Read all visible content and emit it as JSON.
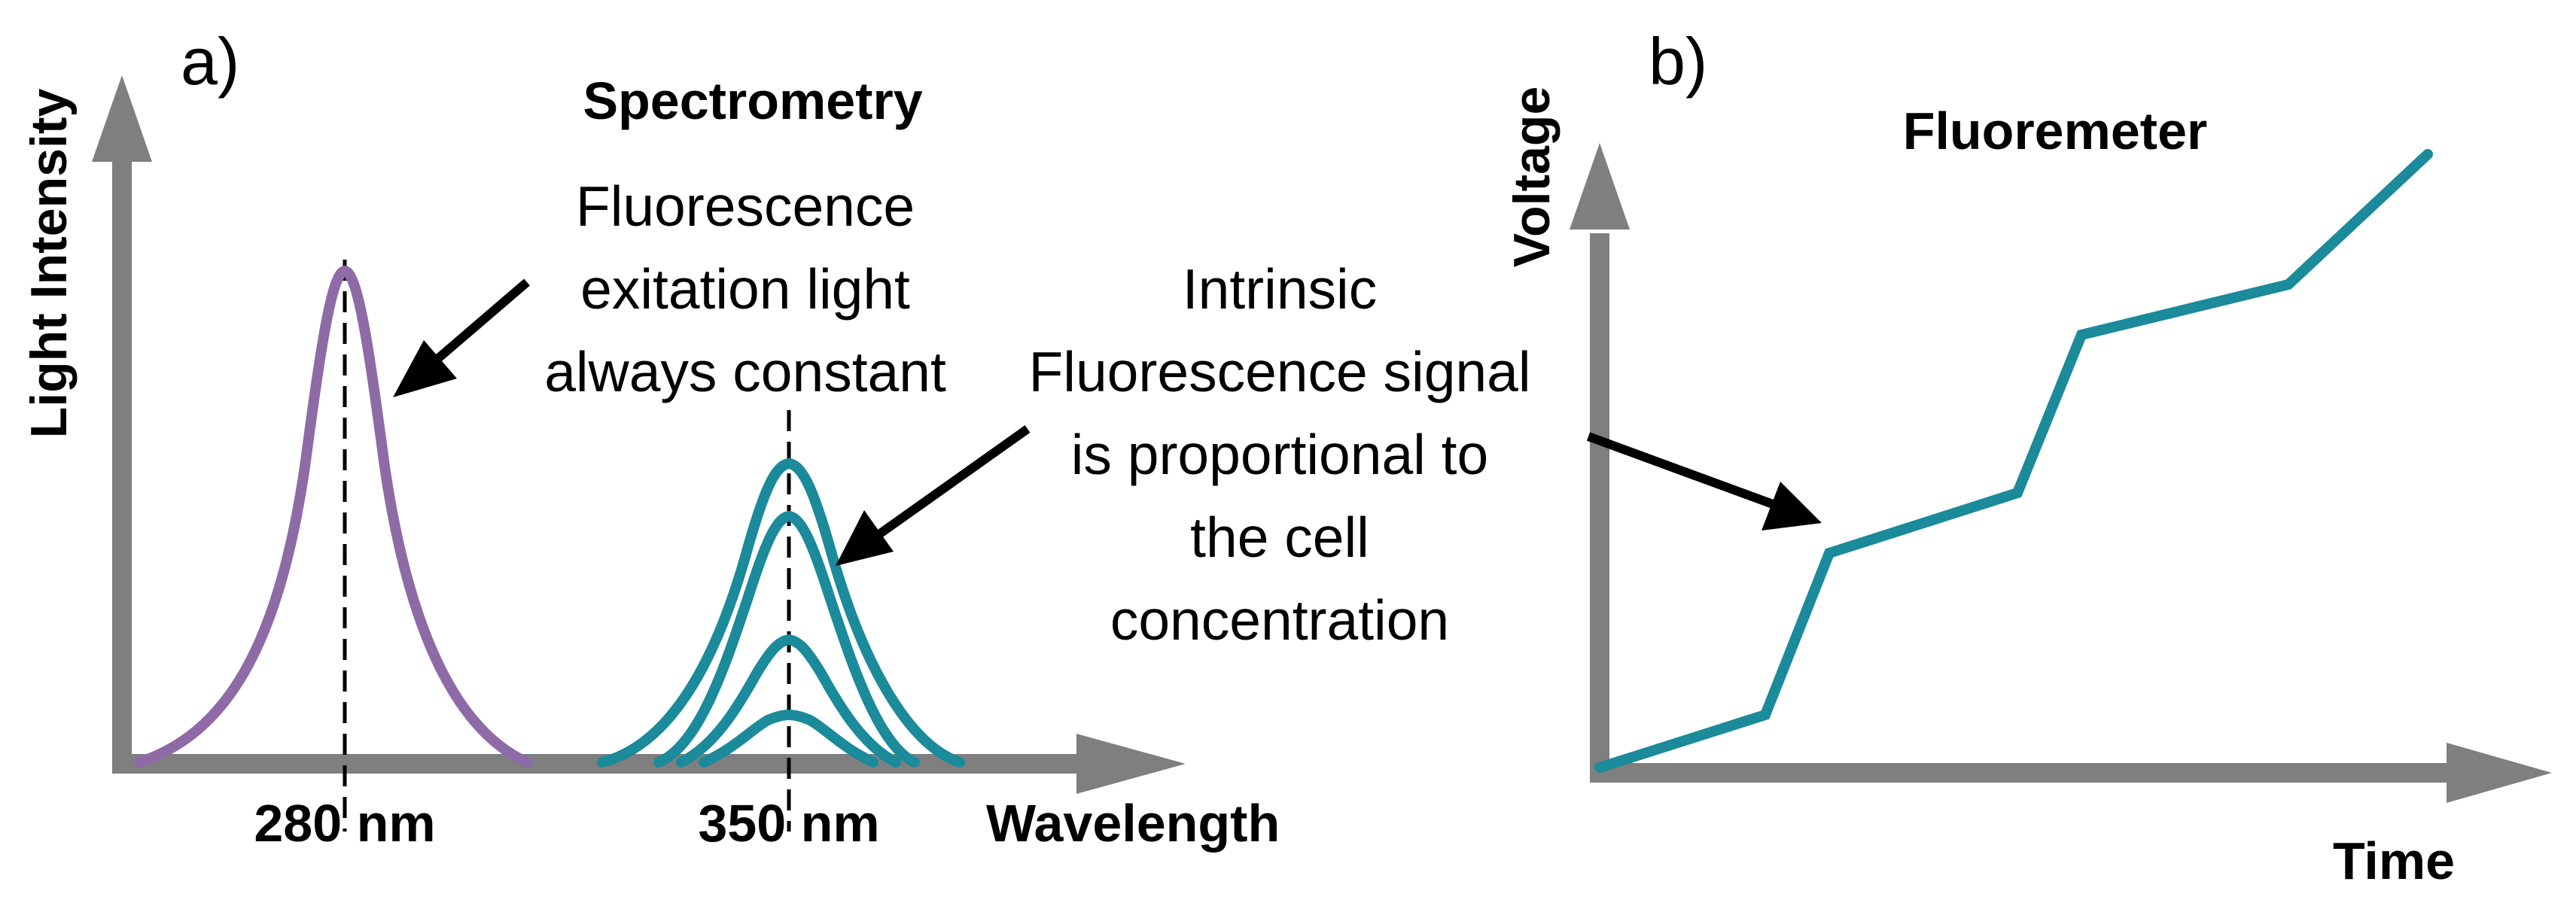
{
  "panel_a": {
    "letter": "a)",
    "title": "Spectrometry",
    "y_axis_label": "Light Intensity",
    "x_axis_label": "Wavelength",
    "peak1_label": "280 nm",
    "peak2_label": "350 nm",
    "excitation_note": [
      "Fluorescence",
      "exitation light",
      "always constant"
    ],
    "signal_note": [
      "Intrinsic",
      "Fluorescence signal",
      "is proportional to",
      "the cell",
      "concentration"
    ],
    "colors": {
      "excitation": "#8e6ba7",
      "fluorescence": "#1b8a9a",
      "axis": "#7f7f7f"
    }
  },
  "panel_b": {
    "letter": "b)",
    "title": "Fluoremeter",
    "y_axis_label": "Voltage",
    "x_axis_label": "Time",
    "line_color": "#1b8a9a"
  }
}
